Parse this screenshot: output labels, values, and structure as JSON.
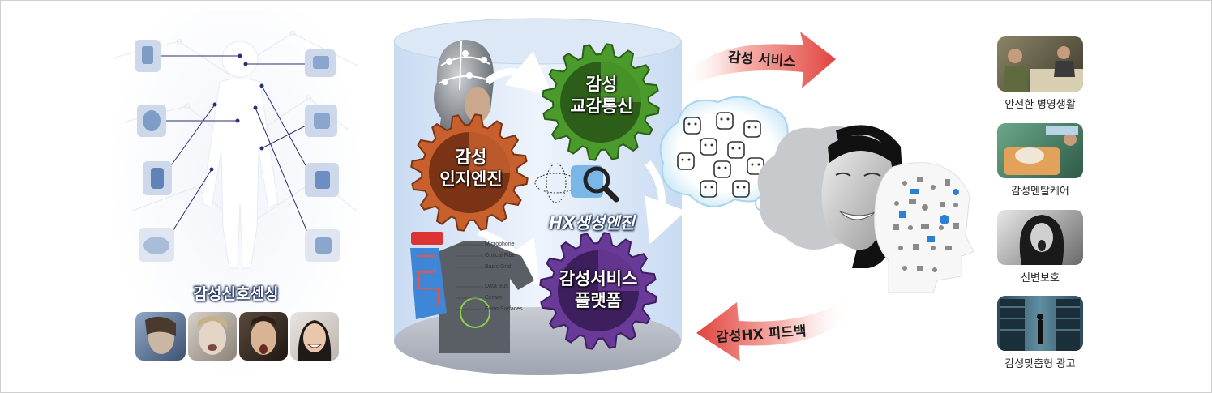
{
  "left": {
    "title": "감성신호센싱"
  },
  "center": {
    "gear_recognition": [
      "감성",
      "인지엔진"
    ],
    "gear_communication": [
      "감성",
      "교감통신"
    ],
    "gear_platform": [
      "감성서비스",
      "플랫폼"
    ],
    "hx_engine": "HX생성엔진",
    "shirt_labels": [
      "Microphone",
      "Optical Fiber",
      "Basic Grid",
      "Data Bus",
      "Ceram",
      "Ferro-Surfaces"
    ]
  },
  "arrows": {
    "top": "감성 서비스",
    "bottom": "감성HX 피드백"
  },
  "services": [
    {
      "caption": "안전한 병영생활"
    },
    {
      "caption": "감성멘탈케어"
    },
    {
      "caption": "신변보호"
    },
    {
      "caption": "감성맞춤형 광고"
    }
  ],
  "colors": {
    "gear_orange": "#c8602e",
    "gear_green": "#4b9a2c",
    "gear_purple": "#6a3a98",
    "arrow_red": "#e85a55",
    "cylinder_blue": "#dbe8f8"
  }
}
